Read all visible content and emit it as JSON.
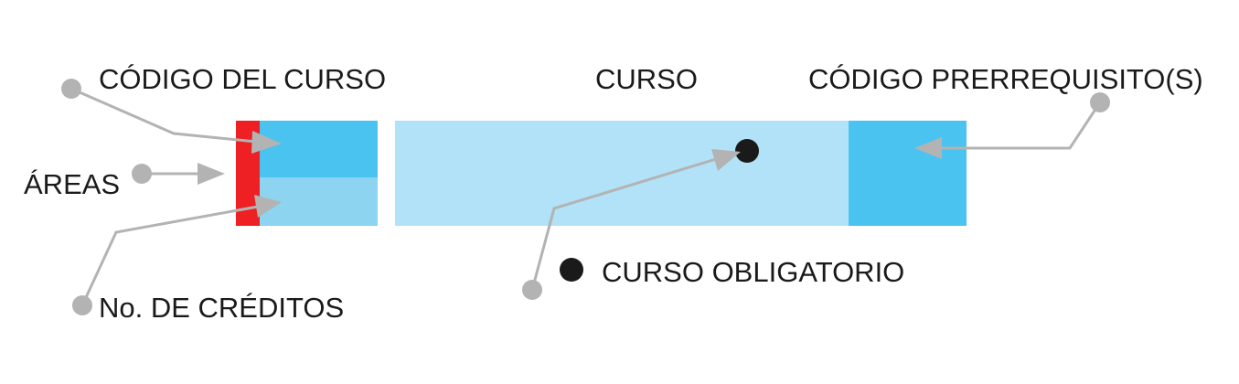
{
  "labels": {
    "course_code": "CÓDIGO DEL CURSO",
    "course": "CURSO",
    "prerequisite_code": "CÓDIGO PRERREQUISITO(S)",
    "areas": "ÁREAS",
    "credits": "No. DE CRÉDITOS",
    "mandatory_course": "CURSO OBLIGATORIO"
  },
  "colors": {
    "area_red": "#ee2024",
    "code_blue": "#4bc3f0",
    "credits_blue": "#8dd4f0",
    "course_light_blue": "#b2e2f7",
    "prereq_blue": "#4bc3f0",
    "leader_grey": "#b3b3b3",
    "mandatory_dot": "#1a1a1a"
  }
}
